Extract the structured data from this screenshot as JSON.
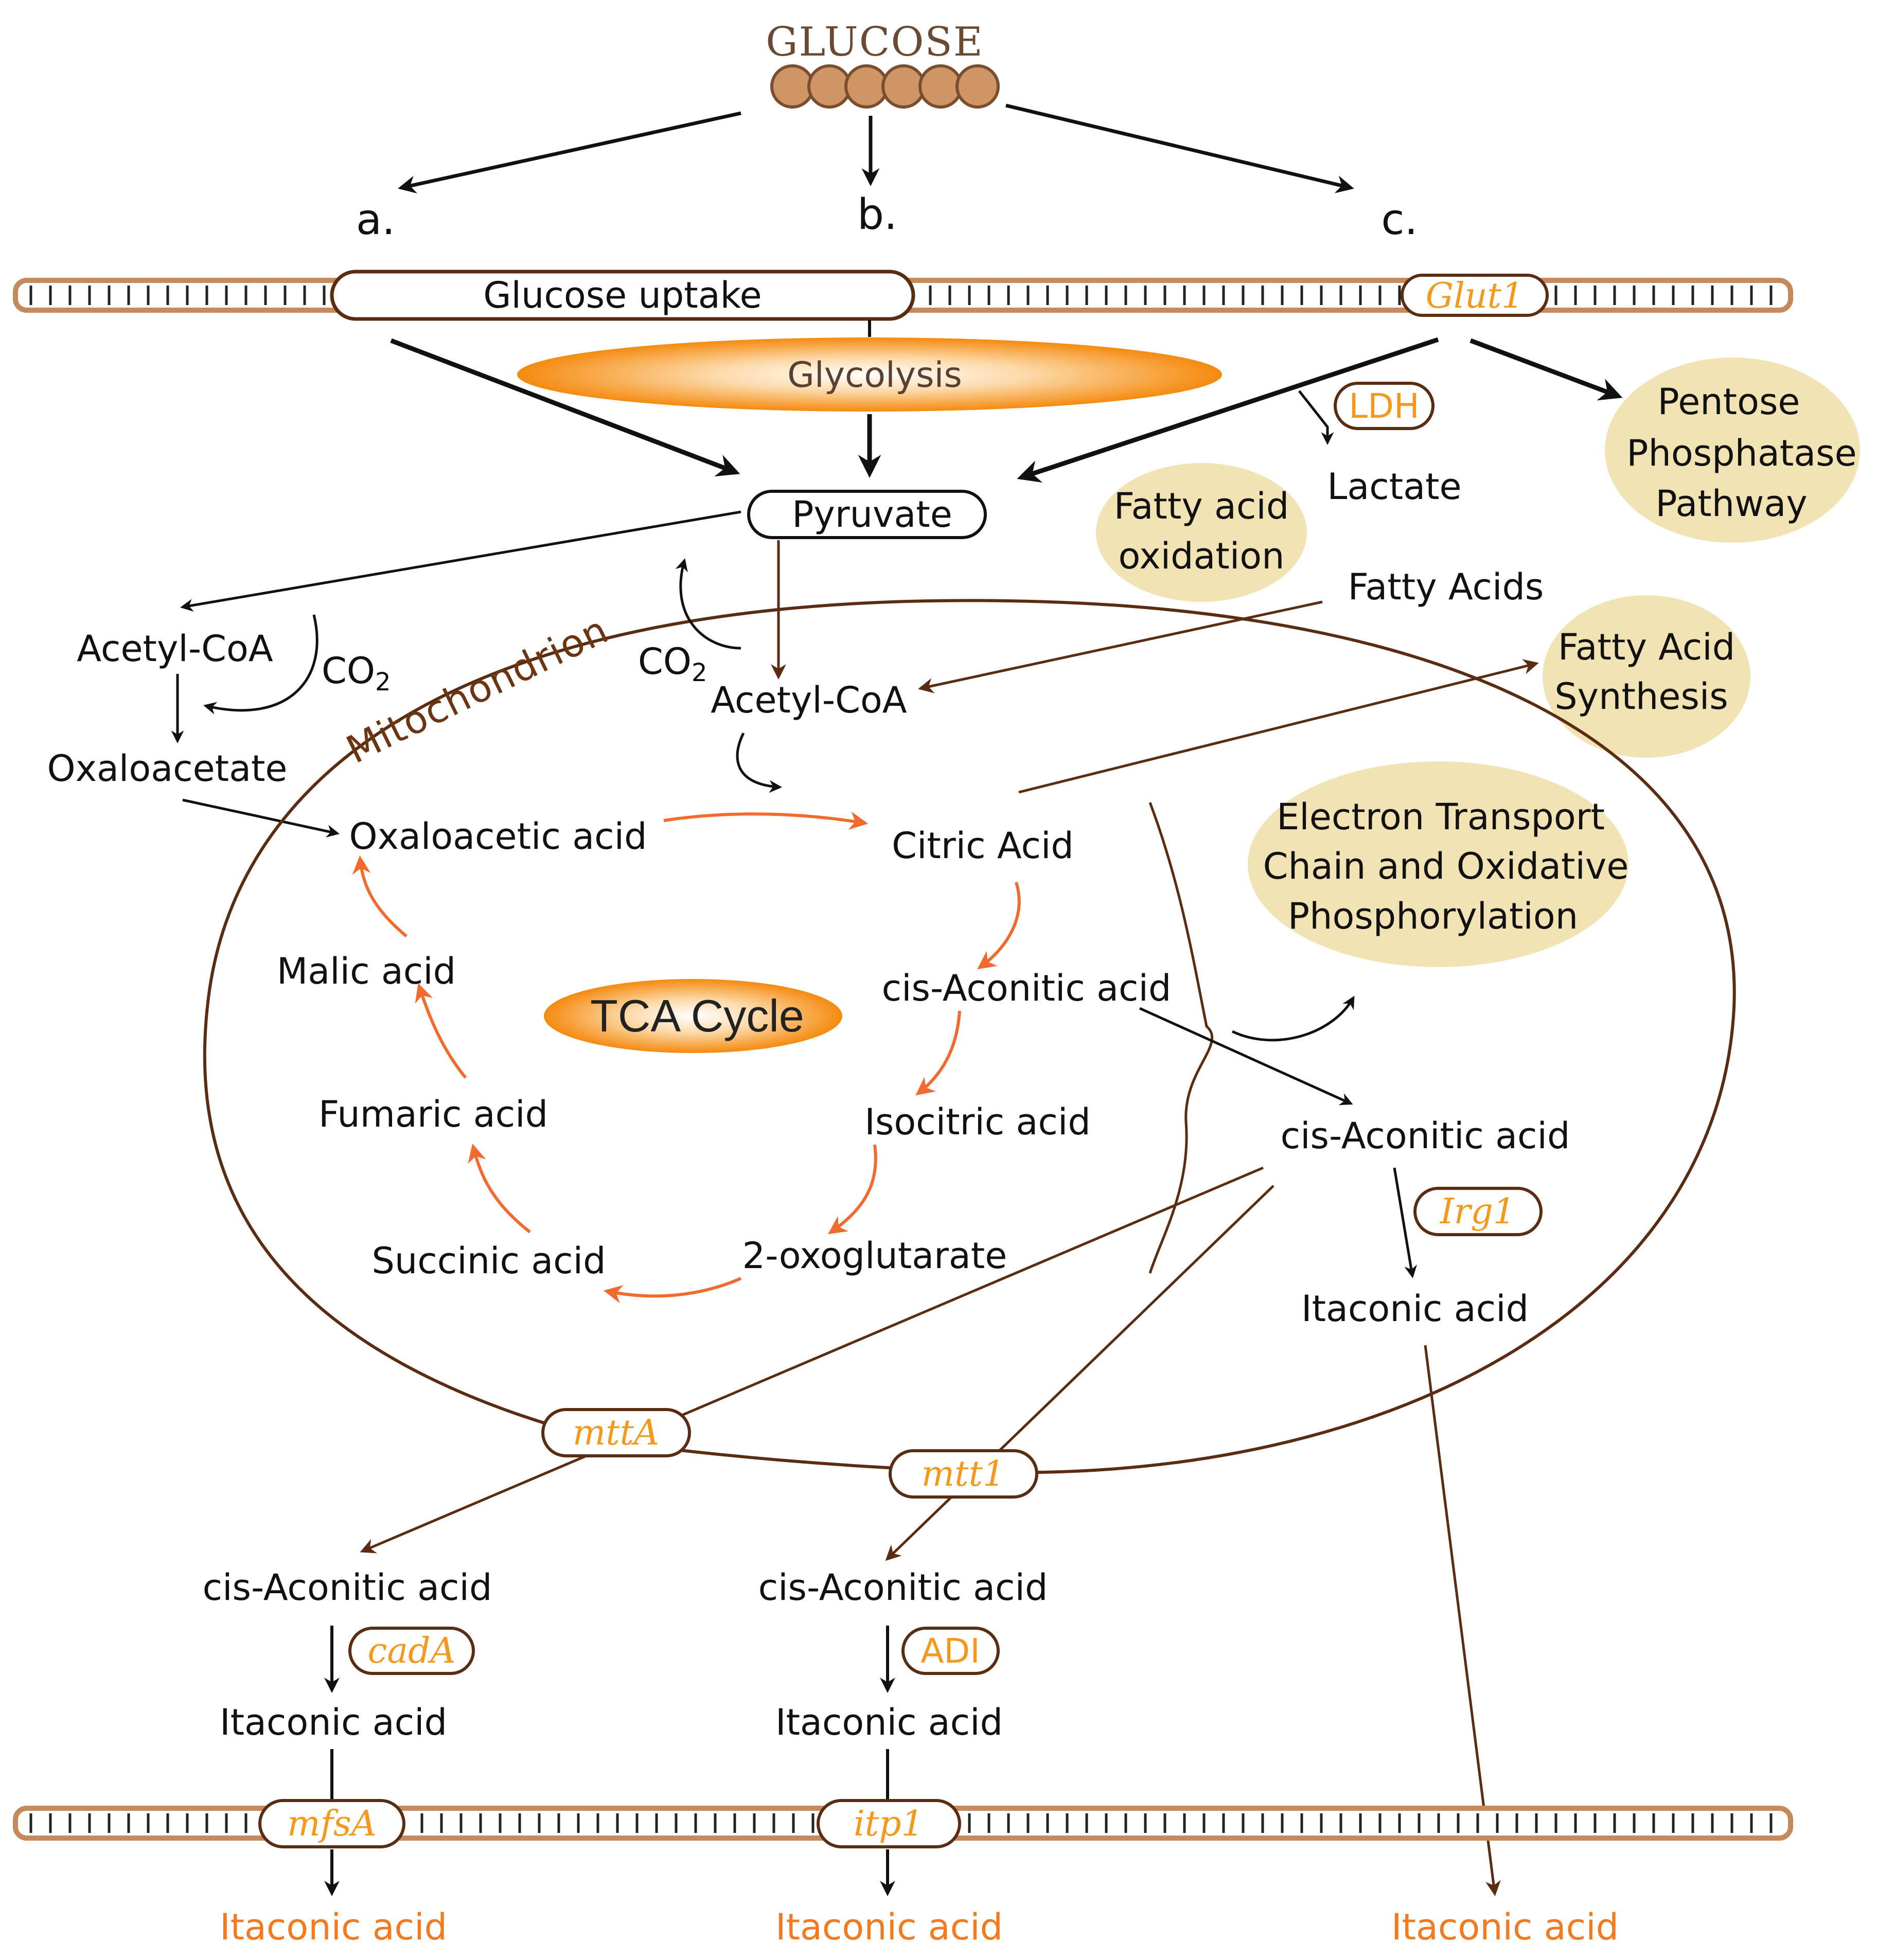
{
  "glucose": {
    "title": "GLUCOSE"
  },
  "routes": {
    "a": "a.",
    "b": "b.",
    "c": "c."
  },
  "membrane": {
    "uptake": "Glucose uptake",
    "glut1": "Glut1",
    "mfsA": "mfsA",
    "itp1": "itp1"
  },
  "cytosol": {
    "glycolysis": "Glycolysis",
    "pyruvate": "Pyruvate",
    "ldh": "LDH",
    "lactate": "Lactate",
    "ppp": [
      "Pentose",
      "Phosphatase",
      "Pathway"
    ],
    "fao": [
      "Fatty acid",
      "oxidation"
    ],
    "fatty_acids": "Fatty Acids",
    "fas": [
      "Fatty Acid",
      "Synthesis"
    ],
    "acetyl_coa_left": "Acetyl-CoA",
    "co2_left": "CO",
    "co2_left_sub": "2",
    "oxaloacetate_left": "Oxaloacetate"
  },
  "mito": {
    "label": "Mitochondrion",
    "co2": "CO",
    "co2_sub": "2",
    "acetyl_coa": "Acetyl-CoA",
    "etc": [
      "Electron Transport",
      "Chain and Oxidative",
      "Phosphorylation"
    ],
    "cis_aconitic": "cis-Aconitic acid",
    "irg1": "Irg1",
    "itaconic": "Itaconic acid",
    "mttA": "mttA",
    "mtt1": "mtt1"
  },
  "tca": {
    "title": "TCA Cycle",
    "oxaloacetic": "Oxaloacetic acid",
    "citric": "Citric Acid",
    "cis_aconitic": "cis-Aconitic acid",
    "isocitric": "Isocitric acid",
    "oxoglutarate": "2-oxoglutarate",
    "succinic": "Succinic acid",
    "fumaric": "Fumaric acid",
    "malic": "Malic acid"
  },
  "lower": {
    "left_cis": "cis-Aconitic acid",
    "cadA": "cadA",
    "left_ita": "Itaconic acid",
    "mid_cis": "cis-Aconitic acid",
    "adi": "ADI",
    "mid_ita": "Itaconic acid",
    "out_left": "Itaconic acid",
    "out_mid": "Itaconic acid",
    "out_right": "Itaconic acid"
  },
  "colors": {
    "membrane_brown": "#c48a5c",
    "orange": "#f47a20",
    "gene_orange": "#f39a1e",
    "dark_brown": "#5a2d12",
    "beige": "#f2e3b5",
    "glucose_bead": "#cf9564"
  }
}
